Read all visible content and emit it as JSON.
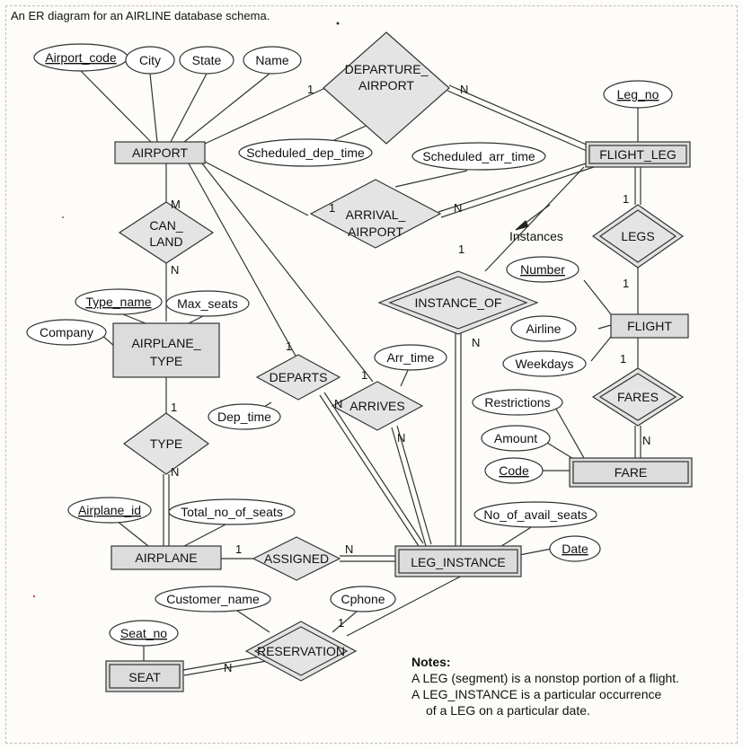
{
  "title": "An ER diagram for an AIRLINE database schema.",
  "entities": {
    "airport": "AIRPORT",
    "flight_leg": "FLIGHT_LEG",
    "flight": "FLIGHT",
    "fare": "FARE",
    "airplane_type": [
      "AIRPLANE_",
      "TYPE"
    ],
    "airplane": "AIRPLANE",
    "leg_instance": "LEG_INSTANCE",
    "seat": "SEAT"
  },
  "relationships": {
    "departure_airport": [
      "DEPARTURE_",
      "AIRPORT"
    ],
    "arrival_airport": [
      "ARRIVAL_",
      "AIRPORT"
    ],
    "can_land": [
      "CAN_",
      "LAND"
    ],
    "legs": "LEGS",
    "instance_of": "INSTANCE_OF",
    "fares": "FARES",
    "departs": "DEPARTS",
    "arrives": "ARRIVES",
    "type": "TYPE",
    "assigned": "ASSIGNED",
    "reservation": "RESERVATION"
  },
  "attributes": {
    "airport_code": "Airport_code",
    "city": "City",
    "state": "State",
    "name": "Name",
    "leg_no": "Leg_no",
    "scheduled_dep_time": "Scheduled_dep_time",
    "scheduled_arr_time": "Scheduled_arr_time",
    "number": "Number",
    "airline": "Airline",
    "weekdays": "Weekdays",
    "restrictions": "Restrictions",
    "amount": "Amount",
    "code": "Code",
    "type_name": "Type_name",
    "max_seats": "Max_seats",
    "company": "Company",
    "arr_time": "Arr_time",
    "dep_time": "Dep_time",
    "airplane_id": "Airplane_id",
    "total_no_of_seats": "Total_no_of_seats",
    "no_of_avail_seats": "No_of_avail_seats",
    "date": "Date",
    "customer_name": "Customer_name",
    "cphone": "Cphone",
    "seat_no": "Seat_no"
  },
  "labels": {
    "instances": "Instances"
  },
  "cardinalities": {
    "dep_airport_1": "1",
    "dep_airport_n": "N",
    "arr_airport_1": "1",
    "arr_airport_n": "N",
    "can_land_m": "M",
    "can_land_n": "N",
    "legs_1a": "1",
    "legs_1b": "1",
    "instance_of_1": "1",
    "instance_of_n": "N",
    "fares_1": "1",
    "fares_n": "N",
    "departs_1": "1",
    "departs_n": "N",
    "arrives_1": "1",
    "arrives_n": "N",
    "type_1": "1",
    "type_n": "N",
    "assigned_1": "1",
    "assigned_n": "N",
    "reservation_1": "1",
    "reservation_n": "N"
  },
  "notes": {
    "title": "Notes:",
    "line1": "A LEG (segment) is a nonstop portion of a flight.",
    "line2": "A LEG_INSTANCE is a particular occurrence",
    "line3": "of a LEG on a particular date."
  }
}
